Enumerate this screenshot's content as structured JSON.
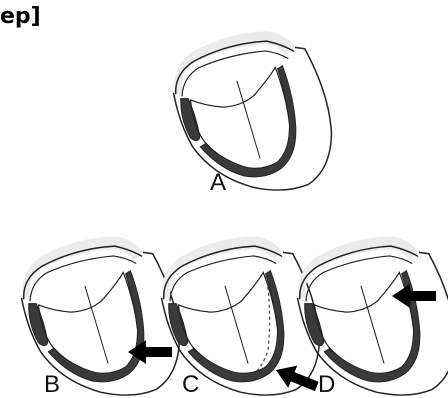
{
  "header_fragment": "ep]",
  "panels": [
    {
      "id": "A",
      "label": "A",
      "arrow": false
    },
    {
      "id": "B",
      "label": "B",
      "arrow": true
    },
    {
      "id": "C",
      "label": "C",
      "arrow": true
    },
    {
      "id": "D",
      "label": "D",
      "arrow": true
    }
  ],
  "colors": {
    "stroke": "#222222",
    "dark_layer": "#3a3a3a",
    "crown": "#ececec",
    "background": "#ffffff",
    "arrow": "#000000"
  }
}
